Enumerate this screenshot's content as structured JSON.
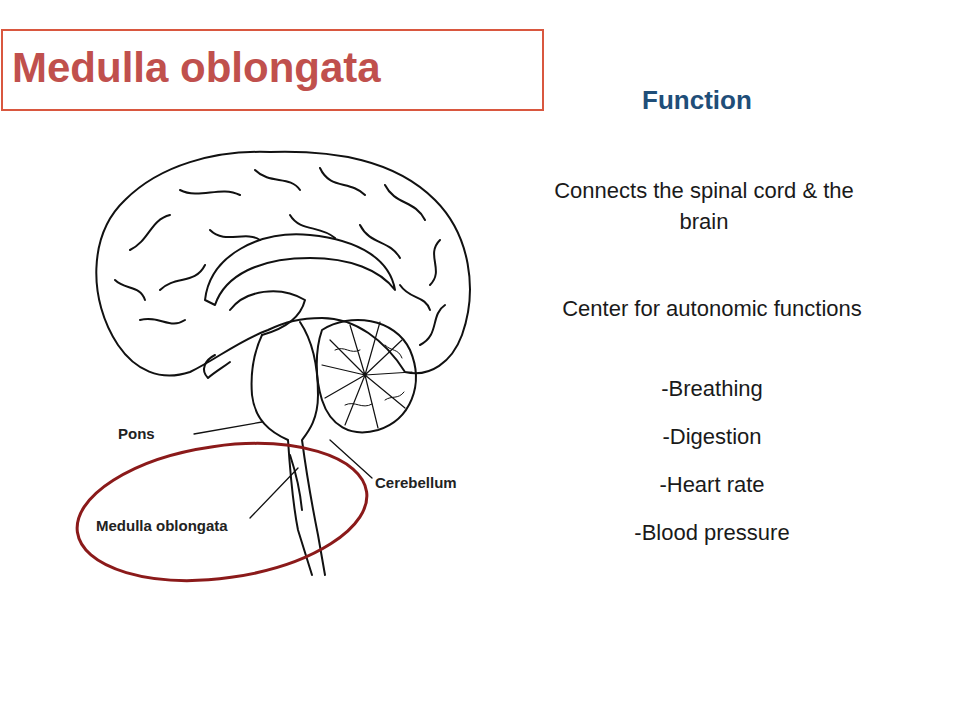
{
  "diagram": {
    "title": "Medulla oblongata",
    "labels": [
      "Function",
      "Connects the spinal cord & the brain",
      "Center for autonomic functions",
      "-Breathing",
      "-Digestion",
      "-Heart rate",
      "-Blood pressure",
      "Pons",
      "Cerebellum",
      "Medulla oblongata"
    ]
  }
}
